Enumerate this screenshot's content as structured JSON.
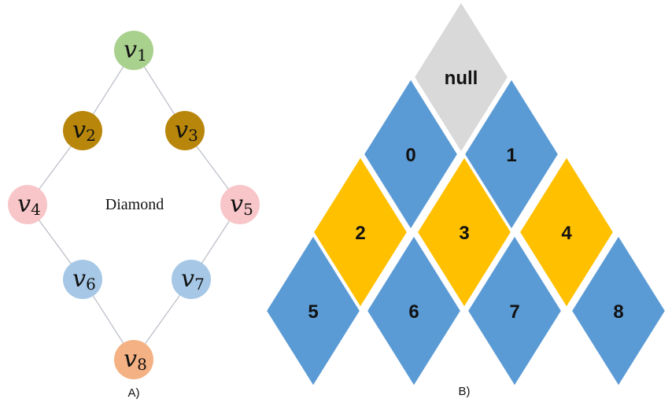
{
  "panel_a": {
    "caption": "A)",
    "center_label": "Diamond",
    "nodes": [
      {
        "letter": "v",
        "sub": "1",
        "color": "#a9d18e"
      },
      {
        "letter": "v",
        "sub": "2",
        "color": "#b8860b"
      },
      {
        "letter": "v",
        "sub": "3",
        "color": "#b8860b"
      },
      {
        "letter": "v",
        "sub": "4",
        "color": "#f8c5c8"
      },
      {
        "letter": "v",
        "sub": "5",
        "color": "#f8c5c8"
      },
      {
        "letter": "v",
        "sub": "6",
        "color": "#a6c8e6"
      },
      {
        "letter": "v",
        "sub": "7",
        "color": "#a6c8e6"
      },
      {
        "letter": "v",
        "sub": "8",
        "color": "#f4b183"
      }
    ],
    "edges": [
      [
        0,
        1
      ],
      [
        0,
        2
      ],
      [
        1,
        3
      ],
      [
        2,
        4
      ],
      [
        3,
        5
      ],
      [
        4,
        6
      ],
      [
        5,
        7
      ],
      [
        6,
        7
      ]
    ]
  },
  "panel_b": {
    "caption": "B)",
    "tiles": [
      {
        "label": "null",
        "color": "#d9d9d9"
      },
      {
        "label": "0",
        "color": "#5b9bd5"
      },
      {
        "label": "1",
        "color": "#5b9bd5"
      },
      {
        "label": "2",
        "color": "#ffc000"
      },
      {
        "label": "3",
        "color": "#ffc000"
      },
      {
        "label": "4",
        "color": "#ffc000"
      },
      {
        "label": "5",
        "color": "#5b9bd5"
      },
      {
        "label": "6",
        "color": "#5b9bd5"
      },
      {
        "label": "7",
        "color": "#5b9bd5"
      },
      {
        "label": "8",
        "color": "#5b9bd5"
      }
    ]
  }
}
